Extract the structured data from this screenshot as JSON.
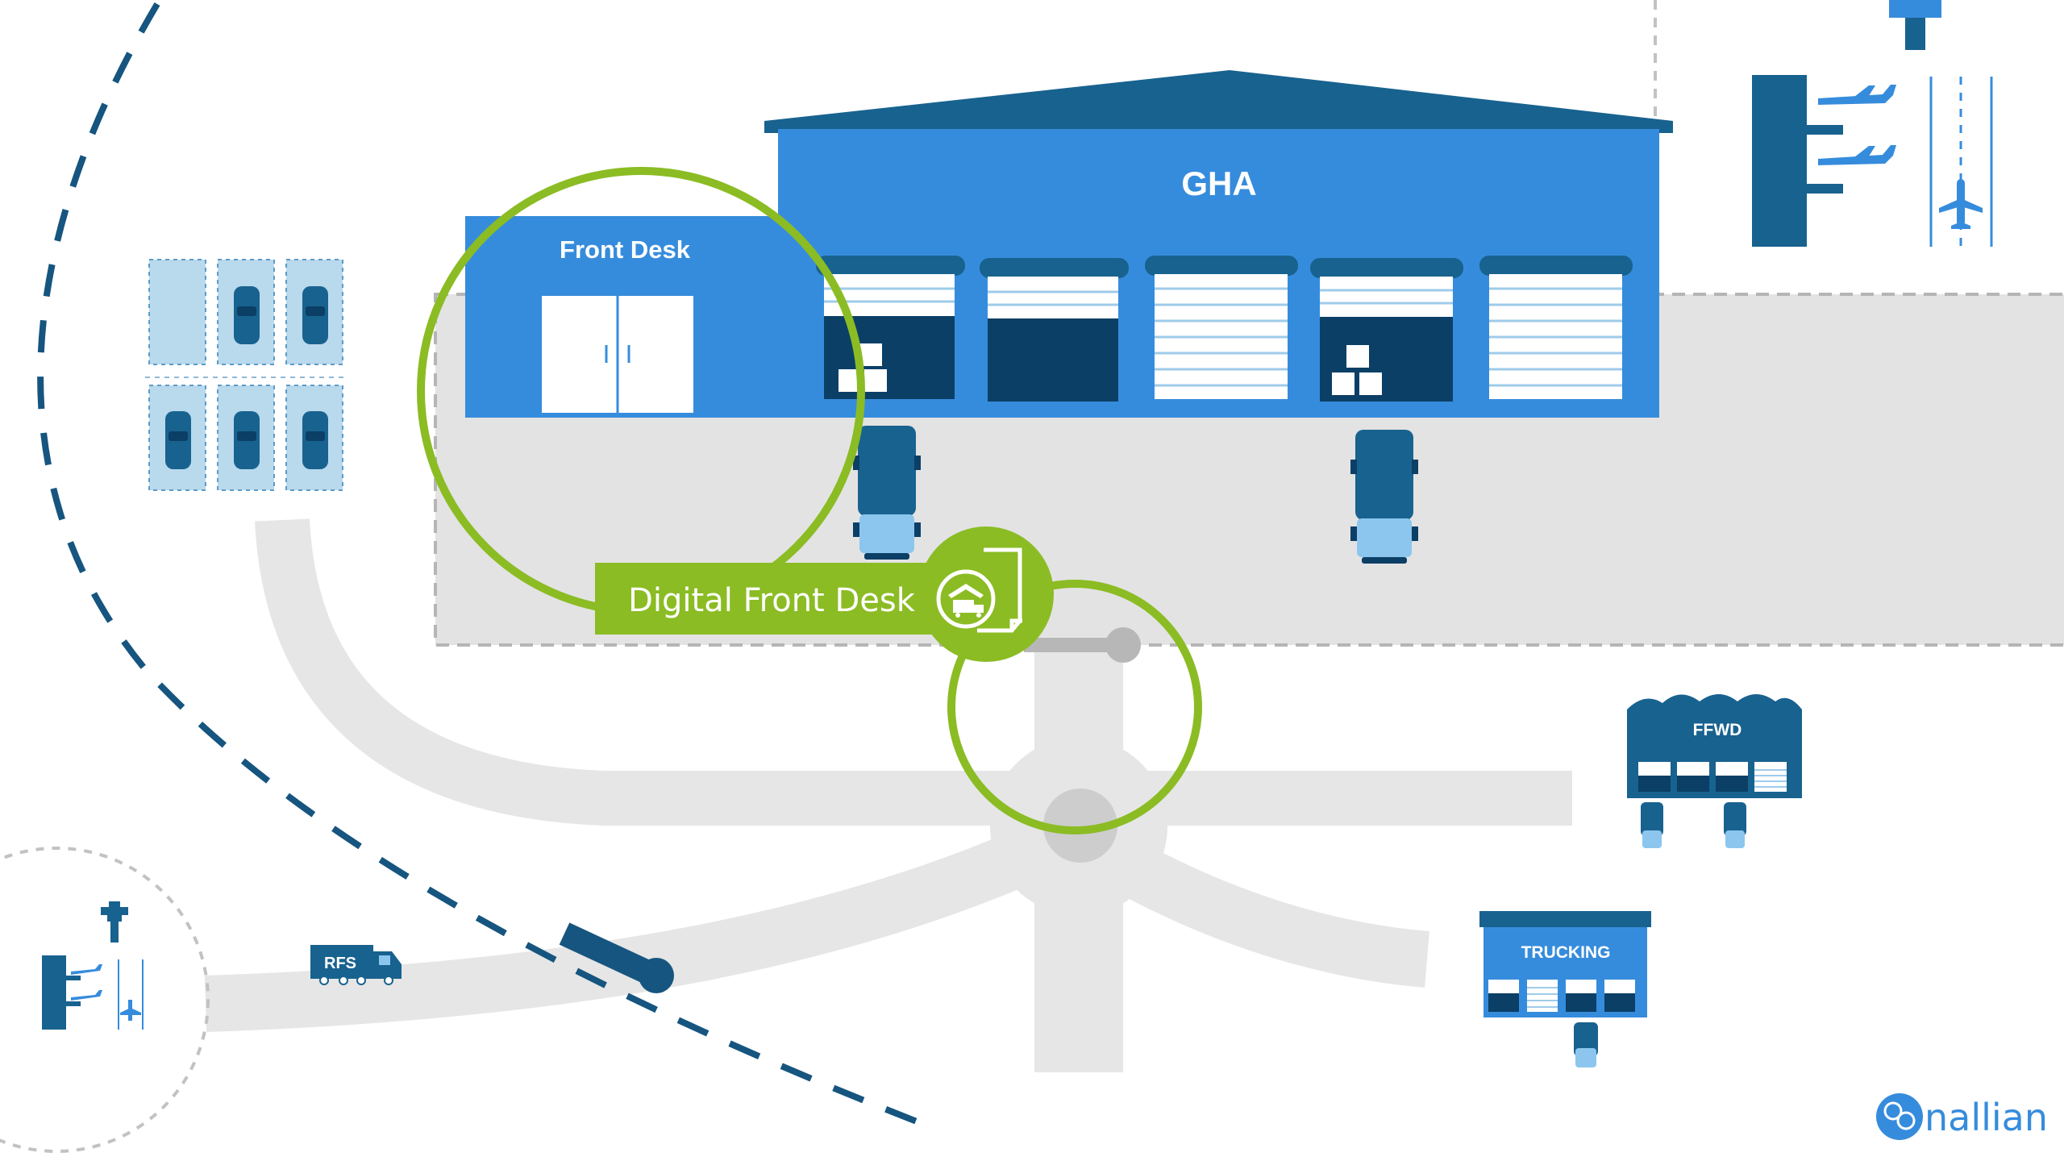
{
  "labels": {
    "gha": "GHA",
    "front_desk": "Front Desk",
    "digital_front_desk": "Digital Front Desk",
    "ffwd": "FFWD",
    "trucking": "TRUCKING",
    "rfs": "RFS",
    "brand": "nallian"
  },
  "colors": {
    "warehouse_blue": "#368cdc",
    "dark_blue": "#18628f",
    "navy": "#0b3f66",
    "light_blue": "#b9d9ec",
    "green": "#8bbc24",
    "road": "#e6e6e6",
    "dashed_route": "#16557f"
  }
}
